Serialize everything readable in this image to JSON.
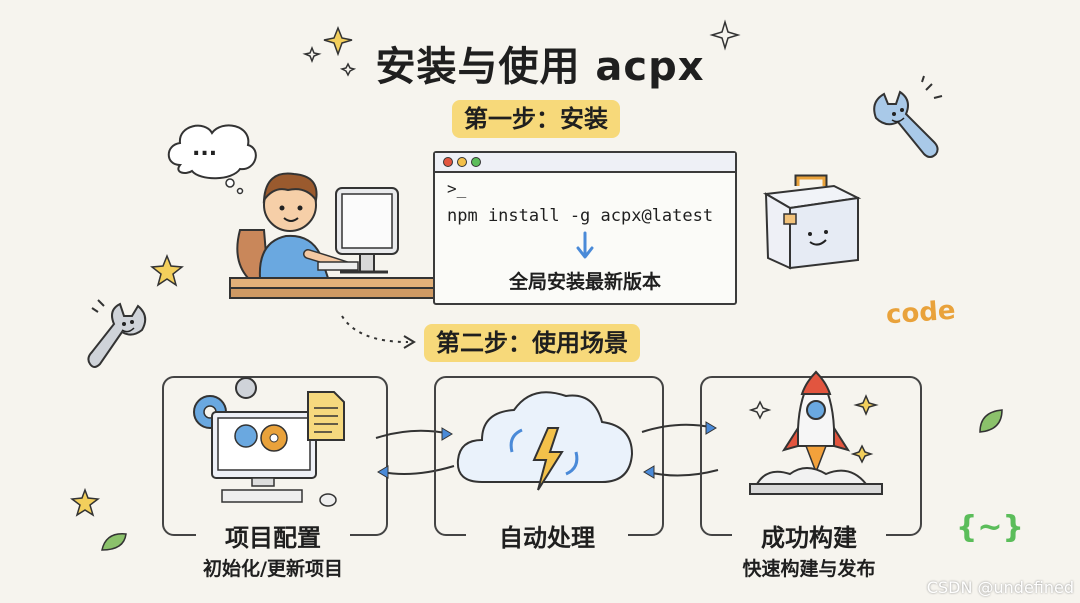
{
  "title": "安装与使用 acpx",
  "step1": {
    "label": "第一步：安装"
  },
  "terminal": {
    "prompt": ">_",
    "command": "npm install -g acpx@latest",
    "note": "全局安装最新版本"
  },
  "step2": {
    "label": "第二步：使用场景"
  },
  "scenes": [
    {
      "title": "项目配置",
      "subtitle": "初始化/更新项目"
    },
    {
      "title": "自动处理",
      "subtitle": ""
    },
    {
      "title": "成功构建",
      "subtitle": "快速构建与发布"
    }
  ],
  "deco": {
    "code_word": "code",
    "braces": "{~}",
    "thought": "..."
  },
  "watermark": "CSDN @undefined",
  "colors": {
    "tag_yellow": "#f7d97a",
    "blue": "#4a8ad8",
    "orange": "#e9a23b",
    "red": "#e2553f"
  }
}
